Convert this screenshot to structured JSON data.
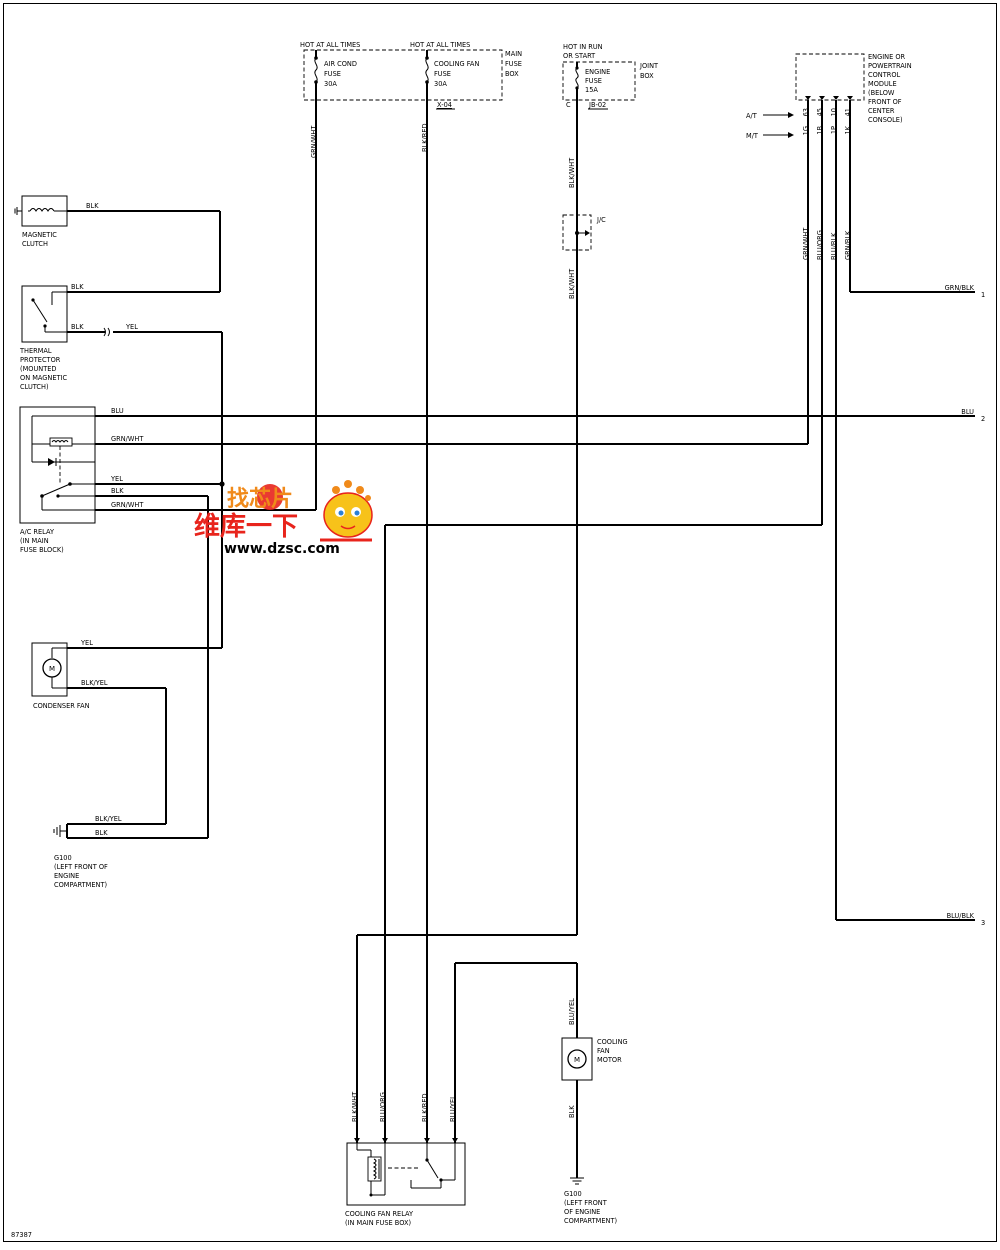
{
  "page_id": "87387",
  "main_fuse_box": {
    "hot_left": "HOT AT ALL TIMES",
    "hot_right": "HOT AT ALL TIMES",
    "box_label": [
      "MAIN",
      "FUSE",
      "BOX"
    ],
    "aircond_fuse": [
      "AIR COND",
      "FUSE",
      "30A"
    ],
    "coolfan_fuse": [
      "COOLING FAN",
      "FUSE",
      "30A"
    ],
    "connector": "X-04"
  },
  "joint_box": {
    "hot": [
      "HOT IN RUN",
      "OR START"
    ],
    "fuse": [
      "ENGINE",
      "FUSE",
      "15A"
    ],
    "label": [
      "JOINT",
      "BOX"
    ],
    "pin": "C",
    "connector": "JB-02"
  },
  "ecm": {
    "label": [
      "ENGINE OR",
      "POWERTRAIN",
      "CONTROL",
      "MODULE",
      "(BELOW",
      "FRONT OF",
      "CENTER",
      "CONSOLE)"
    ],
    "at_label": "A/T",
    "mt_label": "M/T",
    "at_pins": [
      "63",
      "45",
      "10",
      "41"
    ],
    "mt_pins": [
      "1G",
      "1B",
      "1P",
      "1K"
    ]
  },
  "components": {
    "magnetic_clutch": [
      "MAGNETIC",
      "CLUTCH"
    ],
    "thermal_protector": [
      "THERMAL",
      "PROTECTOR",
      "(MOUNTED",
      "ON MAGNETIC",
      "CLUTCH)"
    ],
    "ac_relay": [
      "A/C RELAY",
      "(IN MAIN",
      "FUSE BLOCK)"
    ],
    "condenser_fan": "CONDENSER FAN",
    "g100_left": [
      "G100",
      "(LEFT FRONT OF",
      "ENGINE",
      "COMPARTMENT)"
    ],
    "cooling_fan_motor": [
      "COOLING",
      "FAN",
      "MOTOR"
    ],
    "cooling_fan_relay": [
      "COOLING FAN RELAY",
      "(IN MAIN FUSE BOX)"
    ],
    "g100_bottom": [
      "G100",
      "(LEFT FRONT",
      "OF ENGINE",
      "COMPARTMENT)"
    ],
    "jc": "J/C",
    "motor_symbol": "M"
  },
  "wires": {
    "blk": "BLK",
    "yel": "YEL",
    "blu": "BLU",
    "grn_wht": "GRN/WHT",
    "blk_yel": "BLK/YEL",
    "blk_wht": "BLK/WHT",
    "blk_red": "BLK/RED",
    "blu_org": "BLU/ORG",
    "blu_blk": "BLU/BLK",
    "grn_blk": "GRN/BLK",
    "blu_yel": "BLU/YEL"
  },
  "refs": {
    "grn_blk": {
      "wire": "GRN/BLK",
      "num": "1"
    },
    "blu": {
      "wire": "BLU",
      "num": "2"
    },
    "blu_blk": {
      "wire": "BLU/BLK",
      "num": "3"
    }
  },
  "watermark": {
    "line1": "找芯片",
    "line2": "维库一下",
    "url": "www.dzsc.com",
    "colors": {
      "orange": "#f08a1a",
      "red": "#e8241c",
      "yellow": "#f7c21a",
      "blue": "#2a7fd6"
    }
  }
}
